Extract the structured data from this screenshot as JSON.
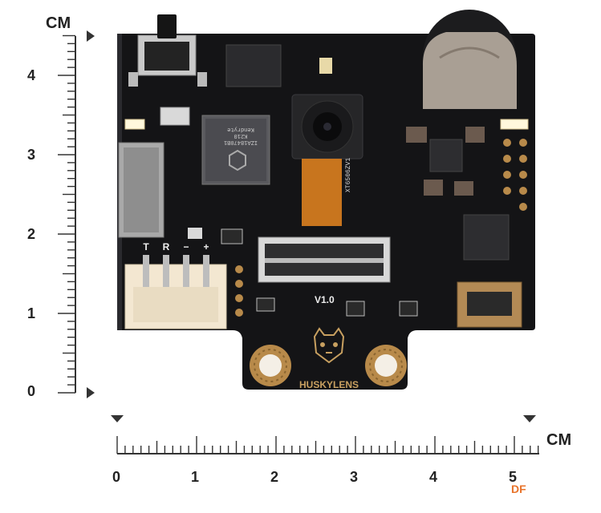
{
  "ruler": {
    "unit_vertical": "CM",
    "unit_horizontal": "CM",
    "vertical_labels": [
      "4",
      "3",
      "2",
      "1",
      "0"
    ],
    "horizontal_labels": [
      "0",
      "1",
      "2",
      "3",
      "4",
      "5"
    ]
  },
  "board": {
    "version_text": "V1.0",
    "brand_text": "HUSKYLENS",
    "connector_pins": [
      "T",
      "R",
      "−",
      "+"
    ],
    "chip_text": [
      "Kendryte",
      "K210",
      "IZA18470B1"
    ],
    "cable_text": "XT6506ZV1"
  },
  "watermark": "DF",
  "colors": {
    "pcb": "#141416",
    "gold": "#b88a4a",
    "flex_cable": "#c8751e"
  }
}
